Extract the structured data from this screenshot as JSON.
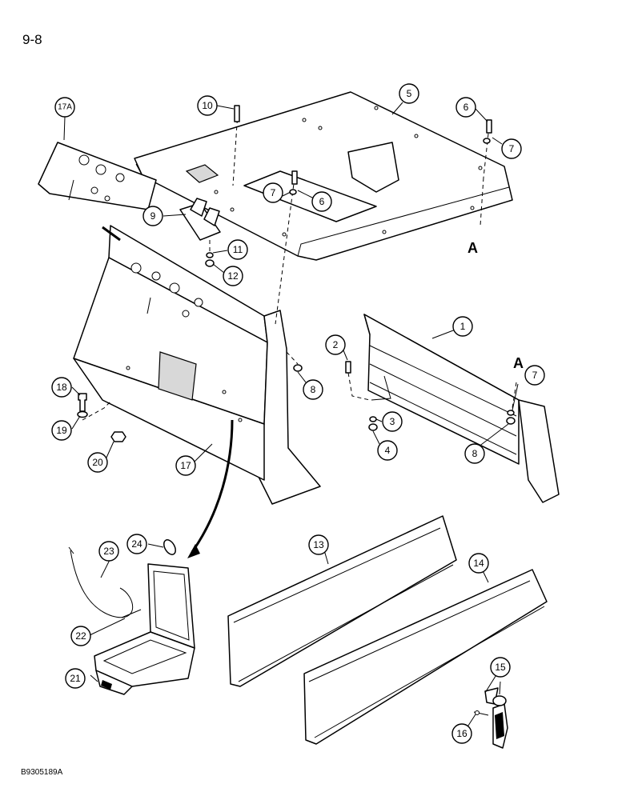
{
  "page": {
    "number": "9-8",
    "figure_code": "B9305189A"
  },
  "reference_letter": "A",
  "callouts": {
    "c1": "1",
    "c2": "2",
    "c3": "3",
    "c4": "4",
    "c5": "5",
    "c6": "6",
    "c7": "7",
    "c8": "8",
    "c9": "9",
    "c10": "10",
    "c11": "11",
    "c12": "12",
    "c13": "13",
    "c14": "14",
    "c15": "15",
    "c16": "16",
    "c17": "17",
    "c17a": "17A",
    "c18": "18",
    "c19": "19",
    "c20": "20",
    "c21": "21",
    "c22": "22",
    "c23": "23",
    "c24": "24"
  }
}
